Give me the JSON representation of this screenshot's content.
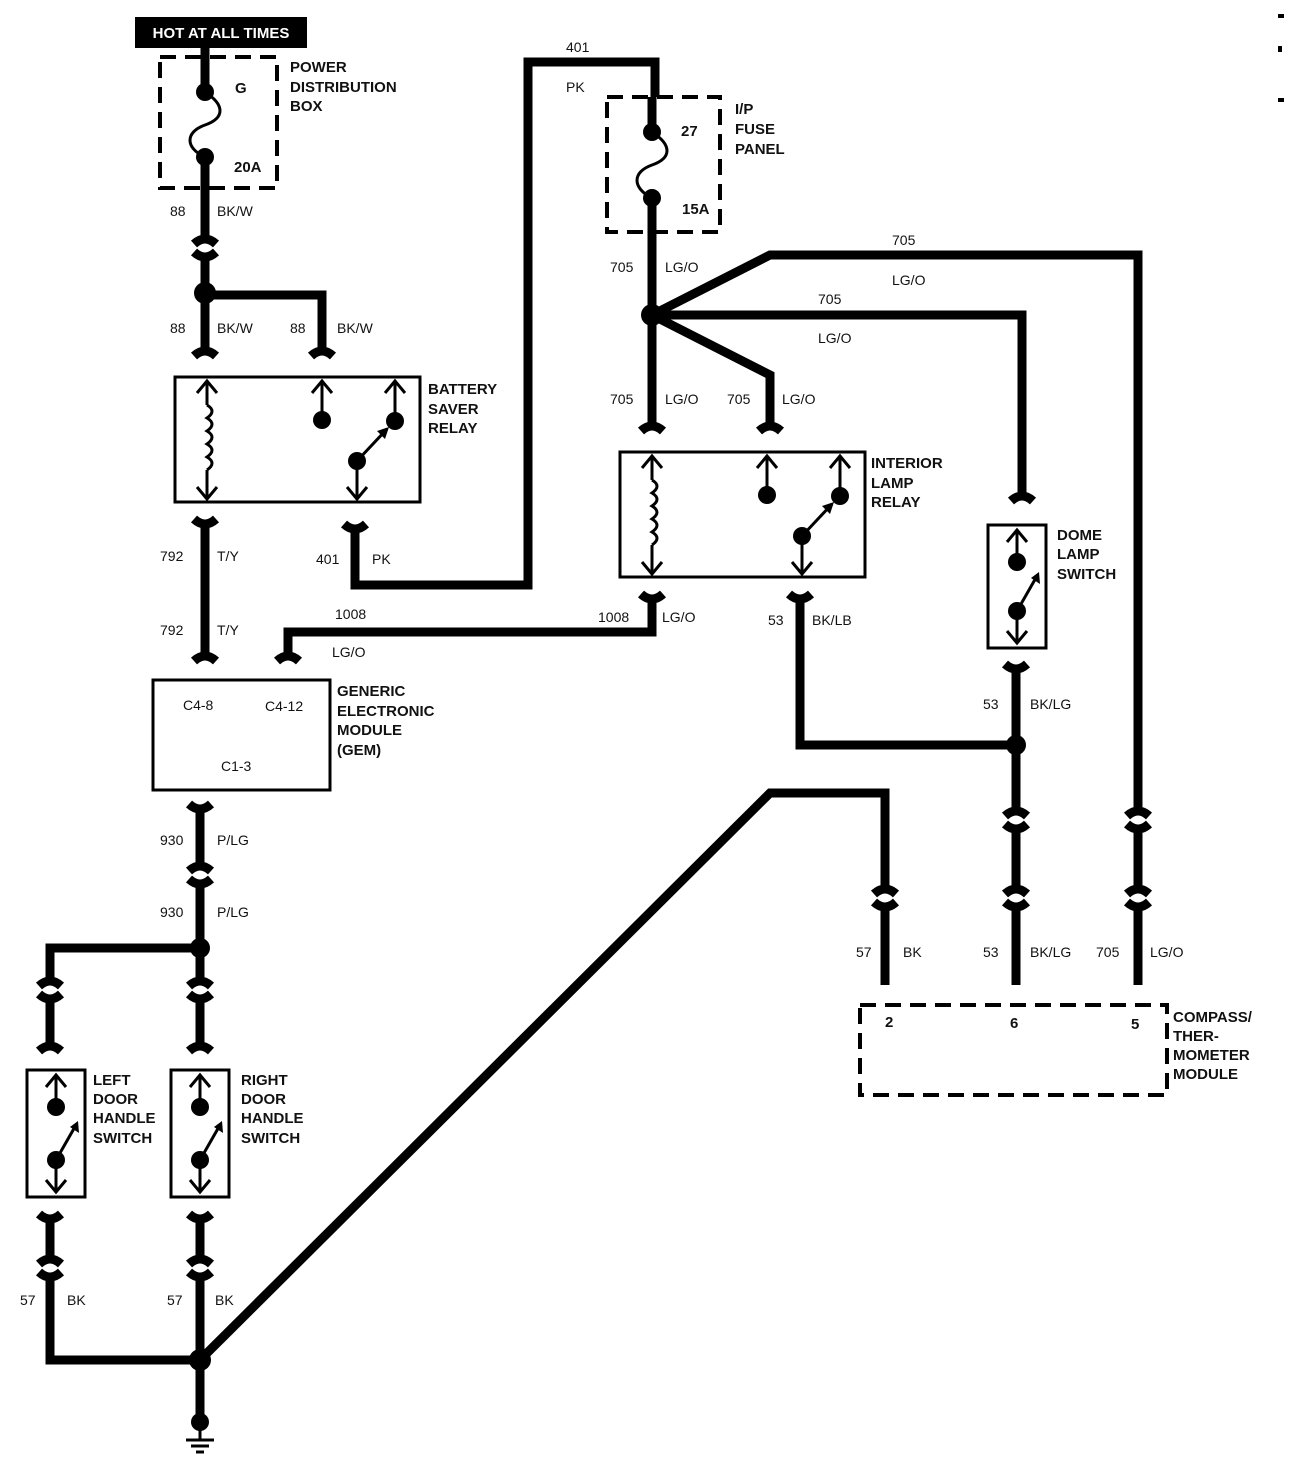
{
  "header_badge": "HOT AT ALL TIMES",
  "components": {
    "power_distribution_box": {
      "lines": [
        "POWER",
        "DISTRIBUTION",
        "BOX"
      ],
      "fuse": "G",
      "rating": "20A"
    },
    "ip_fuse_panel": {
      "lines": [
        "I/P",
        "FUSE",
        "PANEL"
      ],
      "fuse": "27",
      "rating": "15A"
    },
    "battery_saver_relay": {
      "lines": [
        "BATTERY",
        "SAVER",
        "RELAY"
      ]
    },
    "interior_lamp_relay": {
      "lines": [
        "INTERIOR",
        "LAMP",
        "RELAY"
      ]
    },
    "dome_lamp_switch": {
      "lines": [
        "DOME",
        "LAMP",
        "SWITCH"
      ]
    },
    "gem": {
      "lines": [
        "GENERIC",
        "ELECTRONIC",
        "MODULE",
        "(GEM)"
      ],
      "pins": [
        "C4-8",
        "C4-12",
        "C1-3"
      ]
    },
    "compass_module": {
      "lines": [
        "COMPASS/",
        "THER-",
        "MOMETER",
        "MODULE"
      ],
      "pins": [
        "2",
        "6",
        "5"
      ]
    },
    "left_door_switch": {
      "lines": [
        "LEFT",
        "DOOR",
        "HANDLE",
        "SWITCH"
      ]
    },
    "right_door_switch": {
      "lines": [
        "RIGHT",
        "DOOR",
        "HANDLE",
        "SWITCH"
      ]
    }
  },
  "wire_labels": [
    {
      "circuit": "88",
      "color": "BK/W"
    },
    {
      "circuit": "88",
      "color": "BK/W"
    },
    {
      "circuit": "88",
      "color": "BK/W"
    },
    {
      "circuit": "401",
      "color": "PK"
    },
    {
      "circuit": "401",
      "color": "PK"
    },
    {
      "circuit": "792",
      "color": "T/Y"
    },
    {
      "circuit": "792",
      "color": "T/Y"
    },
    {
      "circuit": "1008",
      "color": "LG/O"
    },
    {
      "circuit": "1008",
      "color": "LG/O"
    },
    {
      "circuit": "705",
      "color": "LG/O"
    },
    {
      "circuit": "705",
      "color": "LG/O"
    },
    {
      "circuit": "705",
      "color": "LG/O"
    },
    {
      "circuit": "705",
      "color": "LG/O"
    },
    {
      "circuit": "705",
      "color": "LG/O"
    },
    {
      "circuit": "53",
      "color": "BK/LB"
    },
    {
      "circuit": "53",
      "color": "BK/LG"
    },
    {
      "circuit": "930",
      "color": "P/LG"
    },
    {
      "circuit": "930",
      "color": "P/LG"
    },
    {
      "circuit": "57",
      "color": "BK"
    },
    {
      "circuit": "53",
      "color": "BK/LG"
    },
    {
      "circuit": "705",
      "color": "LG/O"
    },
    {
      "circuit": "57",
      "color": "BK"
    },
    {
      "circuit": "57",
      "color": "BK"
    }
  ]
}
